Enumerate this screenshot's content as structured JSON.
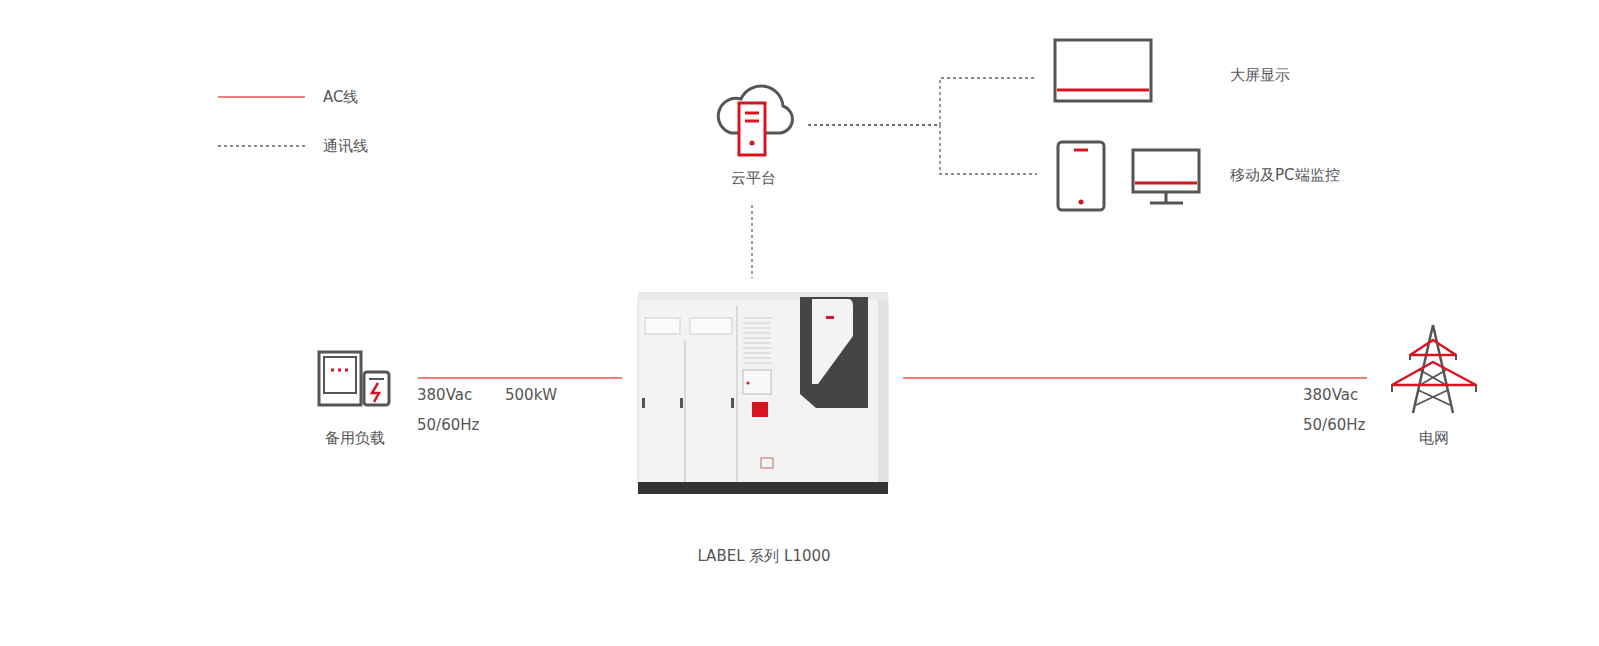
{
  "diagram": {
    "nodes": [
      {
        "text": [
          "云平台"
        ]
      },
      {
        "text": [
          "大屏显示"
        ]
      },
      {
        "text": [
          "移动及PC端监控"
        ]
      },
      {
        "text": [
          "备用负载"
        ]
      },
      {
        "text": [
          "LABEL 系列 L1000"
        ]
      },
      {
        "text": [
          "电网"
        ]
      }
    ],
    "edges": [
      {
        "from": 0,
        "to": 1,
        "arrow": "none"
      },
      {
        "from": 0,
        "to": 2,
        "arrow": "none"
      },
      {
        "from": 0,
        "to": 4,
        "arrow": "none"
      },
      {
        "from": 3,
        "to": 4,
        "arrow": "none"
      },
      {
        "from": 4,
        "to": 5,
        "arrow": "none"
      }
    ],
    "labels": [
      "380Vac",
      "500kW",
      "50/60Hz",
      "380Vac",
      "50/60Hz"
    ],
    "legend": [
      {
        "text": "AC线"
      },
      {
        "text": "通讯线"
      }
    ]
  }
}
